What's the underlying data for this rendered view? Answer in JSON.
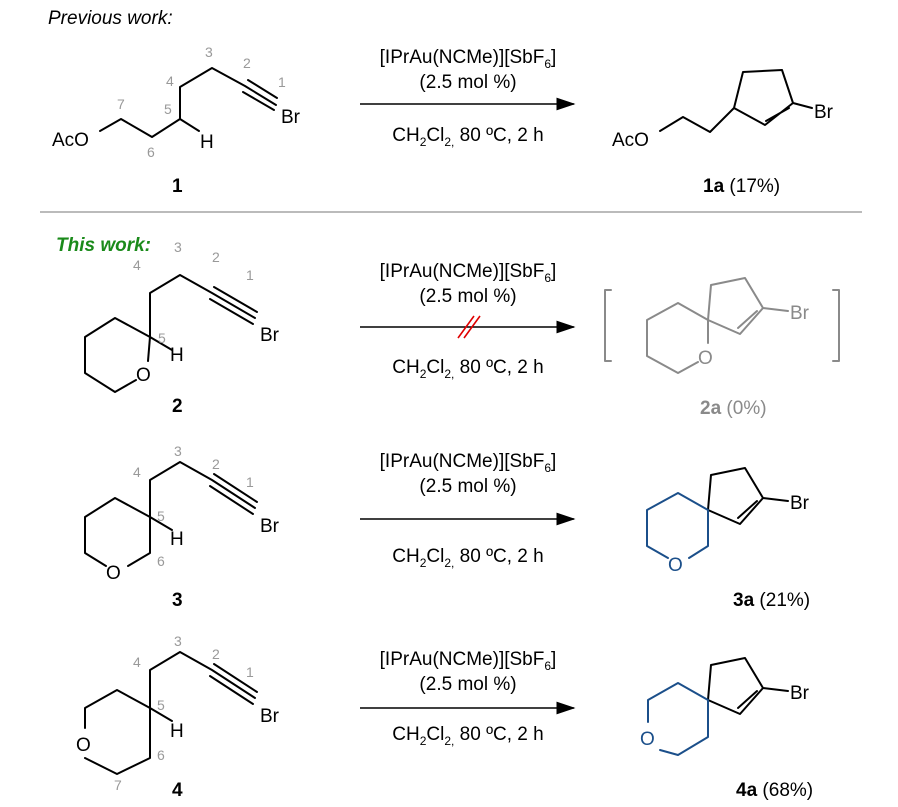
{
  "headings": {
    "previous": "Previous work:",
    "this": "This work:"
  },
  "colors": {
    "this_work": "#1a8a1a",
    "product_ring": "#1b4f8a",
    "failed": "#8a8a8a",
    "blocked_arrow": "#e00000"
  },
  "conditions": {
    "catalyst": "[IPrAu(NCMe)][SbF6]",
    "loading": "(2.5 mol %)",
    "solvent_main": "CH",
    "sub2": "2",
    "cl": "Cl",
    "sub2b": "2,",
    "rest": " 80 ºC, 2 h"
  },
  "atoms": {
    "aco": "AcO",
    "br": "Br",
    "h": "H",
    "o": "O"
  },
  "locants": [
    "1",
    "2",
    "3",
    "4",
    "5",
    "6",
    "7"
  ],
  "compounds": {
    "c1": "1",
    "c2": "2",
    "c3": "3",
    "c4": "4",
    "p1": "1a",
    "p1_yield": " (17%)",
    "p2": "2a",
    "p2_yield": " (0%)",
    "p3": "3a",
    "p3_yield": " (21%)",
    "p4": "4a",
    "p4_yield": " (68%)"
  }
}
